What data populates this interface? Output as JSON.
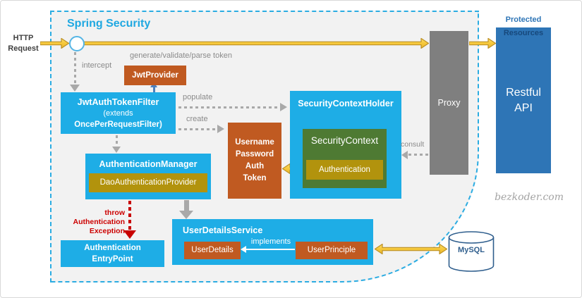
{
  "title": "Spring Security",
  "watermark": "bezkoder.com",
  "left": {
    "http_request": {
      "lines": [
        "HTTP",
        "Request"
      ]
    }
  },
  "right": {
    "protected": "Protected",
    "resources": "Resources",
    "restful_api": {
      "lines": [
        "Restful",
        "API"
      ]
    },
    "mysql": "MySQL"
  },
  "nodes": {
    "jwt_provider": "JwtProvider",
    "jwt_auth_token_filter": {
      "lines": [
        "JwtAuthTokenFilter",
        "(extends",
        "OncePerRequestFilter)"
      ]
    },
    "authentication_manager": "AuthenticationManager",
    "dao_authentication_provider": "DaoAuthenticationProvider",
    "username_password_auth_token": {
      "lines": [
        "Username",
        "Password",
        "Auth",
        "Token"
      ]
    },
    "security_context_holder": "SecurityContextHolder",
    "security_context": "SecurityContext",
    "authentication": "Authentication",
    "proxy": "Proxy",
    "user_details_service": "UserDetailsService",
    "user_details": "UserDetails",
    "user_principle": "UserPrinciple",
    "authentication_entry_point": {
      "lines": [
        "Authentication",
        "EntryPoint"
      ]
    }
  },
  "labels": {
    "intercept": "intercept",
    "generate_token": "generate/validate/parse token",
    "populate": "populate",
    "create": "create",
    "consult": "consult",
    "implements": "implements",
    "throw_exception": {
      "lines": [
        "throw",
        "Authentication",
        "Exception"
      ]
    }
  },
  "colors": {
    "accent_cyan": "#1EADE6",
    "orange": "#C05A21",
    "gold": "#B2930D",
    "green": "#4E7A33",
    "proxy_gray": "#7F7F7F",
    "api_blue": "#2E75B6",
    "arrow_yellow": "#F6C83B",
    "error_red": "#C80000"
  }
}
